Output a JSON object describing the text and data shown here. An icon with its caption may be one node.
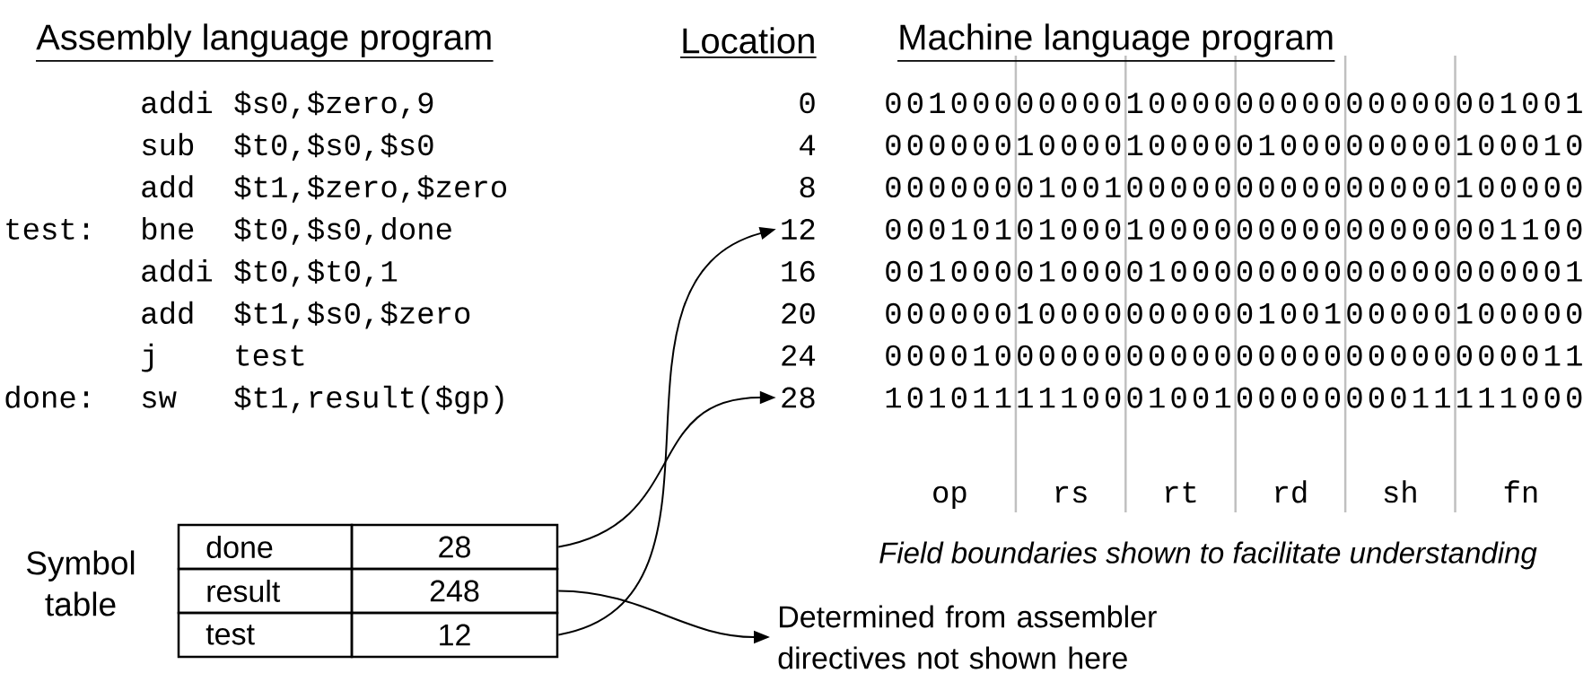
{
  "diagram": {
    "nodes": [
      {
        "text": [
          "28"
        ]
      },
      {
        "text": [
          "248"
        ]
      },
      {
        "text": [
          "12"
        ]
      },
      {
        "text": [
          "12"
        ]
      },
      {
        "text": [
          "28"
        ]
      },
      {
        "text": [
          "Determined from assembler directives not shown here"
        ]
      }
    ],
    "edges": [
      {
        "from": 0,
        "to": 4,
        "arrow": "to"
      },
      {
        "from": 1,
        "to": 5,
        "arrow": "to"
      },
      {
        "from": 2,
        "to": 3,
        "arrow": "to"
      }
    ],
    "labels": [
      "Assembly language program",
      "Location",
      "Machine language program",
      "addi",
      "$s0,$zero,9",
      "sub",
      "$t0,$s0,$s0",
      "add",
      "$t1,$zero,$zero",
      "test:",
      "bne",
      "$t0,$s0,done",
      "addi",
      "$t0,$t0,1",
      "add",
      "$t1,$s0,$zero",
      "j",
      "test",
      "done:",
      "sw",
      "$t1,result($gp)",
      "0",
      "4",
      "8",
      "16",
      "20",
      "24",
      "00100000000100000000000000001001",
      "00000010000100000100000000100010",
      "00000001001000000000000000100000",
      "00010101000100000000000000001100",
      "00100001000010000000000000000001",
      "00000010000000000100100000100000",
      "00001000000000000000000000000011",
      "10101111100010010000000011111000",
      "op",
      "rs",
      "rt",
      "rd",
      "sh",
      "fn",
      "Field boundaries shown to facilitate understanding",
      "Symbol table",
      "done",
      "result",
      "test"
    ]
  }
}
